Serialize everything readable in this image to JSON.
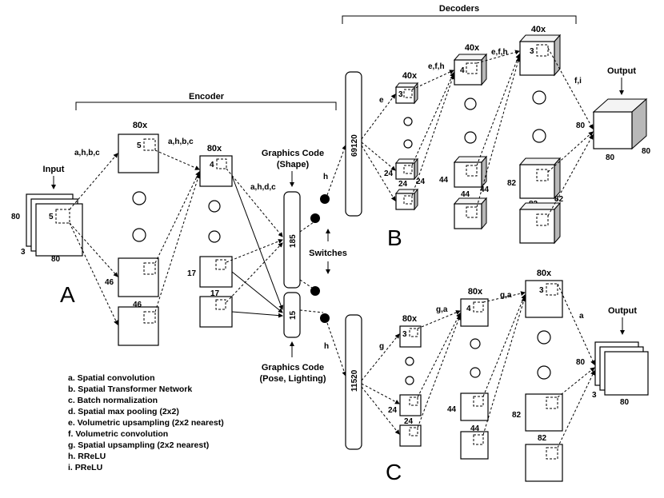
{
  "sections": {
    "encoder": "Encoder",
    "decoders": "Decoders"
  },
  "panels": {
    "a": "A",
    "b": "B",
    "c": "C"
  },
  "labels": {
    "input": "Input",
    "output_b": "Output",
    "output_c": "Output",
    "gc_shape_1": "Graphics Code",
    "gc_shape_2": "(Shape)",
    "gc_pose_1": "Graphics Code",
    "gc_pose_2": "(Pose, Lighting)",
    "switches": "Switches",
    "code_185": "185",
    "code_15": "15",
    "fc_69120": "69120",
    "fc_11520": "11520"
  },
  "ops": {
    "enc1": "a,h,b,c",
    "enc2": "a,h,b,c",
    "enc3": "a,h,d,c",
    "h_b": "h",
    "h_c": "h",
    "b1": "e",
    "b2": "e,f,h",
    "b3": "e,f,h",
    "b4": "f,i",
    "c1": "g",
    "c2": "g,a",
    "c3": "g,a",
    "c4": "a"
  },
  "dims": {
    "input_side": "80",
    "input_depth": "3",
    "input_bottom": "80",
    "input_kernel": "5",
    "enc1_count": "80x",
    "enc1_kernel": "5",
    "enc1_side": "46",
    "enc1_bottom": "46",
    "enc2_count": "80x",
    "enc2_kernel": "4",
    "enc2_side": "17",
    "enc2_bottom": "17",
    "b_l1_count": "40x",
    "b_l1_kernel": "3",
    "b_l1_a": "24",
    "b_l1_b": "24",
    "b_l1_c": "24",
    "b_l2_count": "40x",
    "b_l2_kernel": "4",
    "b_l2_a": "44",
    "b_l2_b": "44",
    "b_l2_c": "44",
    "b_l3_count": "40x",
    "b_l3_kernel": "3",
    "b_l3_a": "82",
    "b_l3_b": "82",
    "b_l3_c": "82",
    "b_out_a": "80",
    "b_out_b": "80",
    "b_out_c": "80",
    "c_l1_count": "80x",
    "c_l1_kernel": "3",
    "c_l1_side": "24",
    "c_l1_bottom": "24",
    "c_l2_count": "80x",
    "c_l2_kernel": "4",
    "c_l2_side": "44",
    "c_l2_bottom": "44",
    "c_l3_count": "80x",
    "c_l3_kernel": "3",
    "c_l3_side": "82",
    "c_l3_bottom": "82",
    "c_out_side": "80",
    "c_out_depth": "3",
    "c_out_bottom": "80"
  },
  "legend": [
    "a. Spatial convolution",
    "b. Spatial Transformer Network",
    "c. Batch normalization",
    "d. Spatial max pooling (2x2)",
    "e. Volumetric upsampling (2x2 nearest)",
    "f.  Volumetric convolution",
    "g. Spatial upsampling (2x2 nearest)",
    "h. RReLU",
    "i.  PReLU"
  ]
}
